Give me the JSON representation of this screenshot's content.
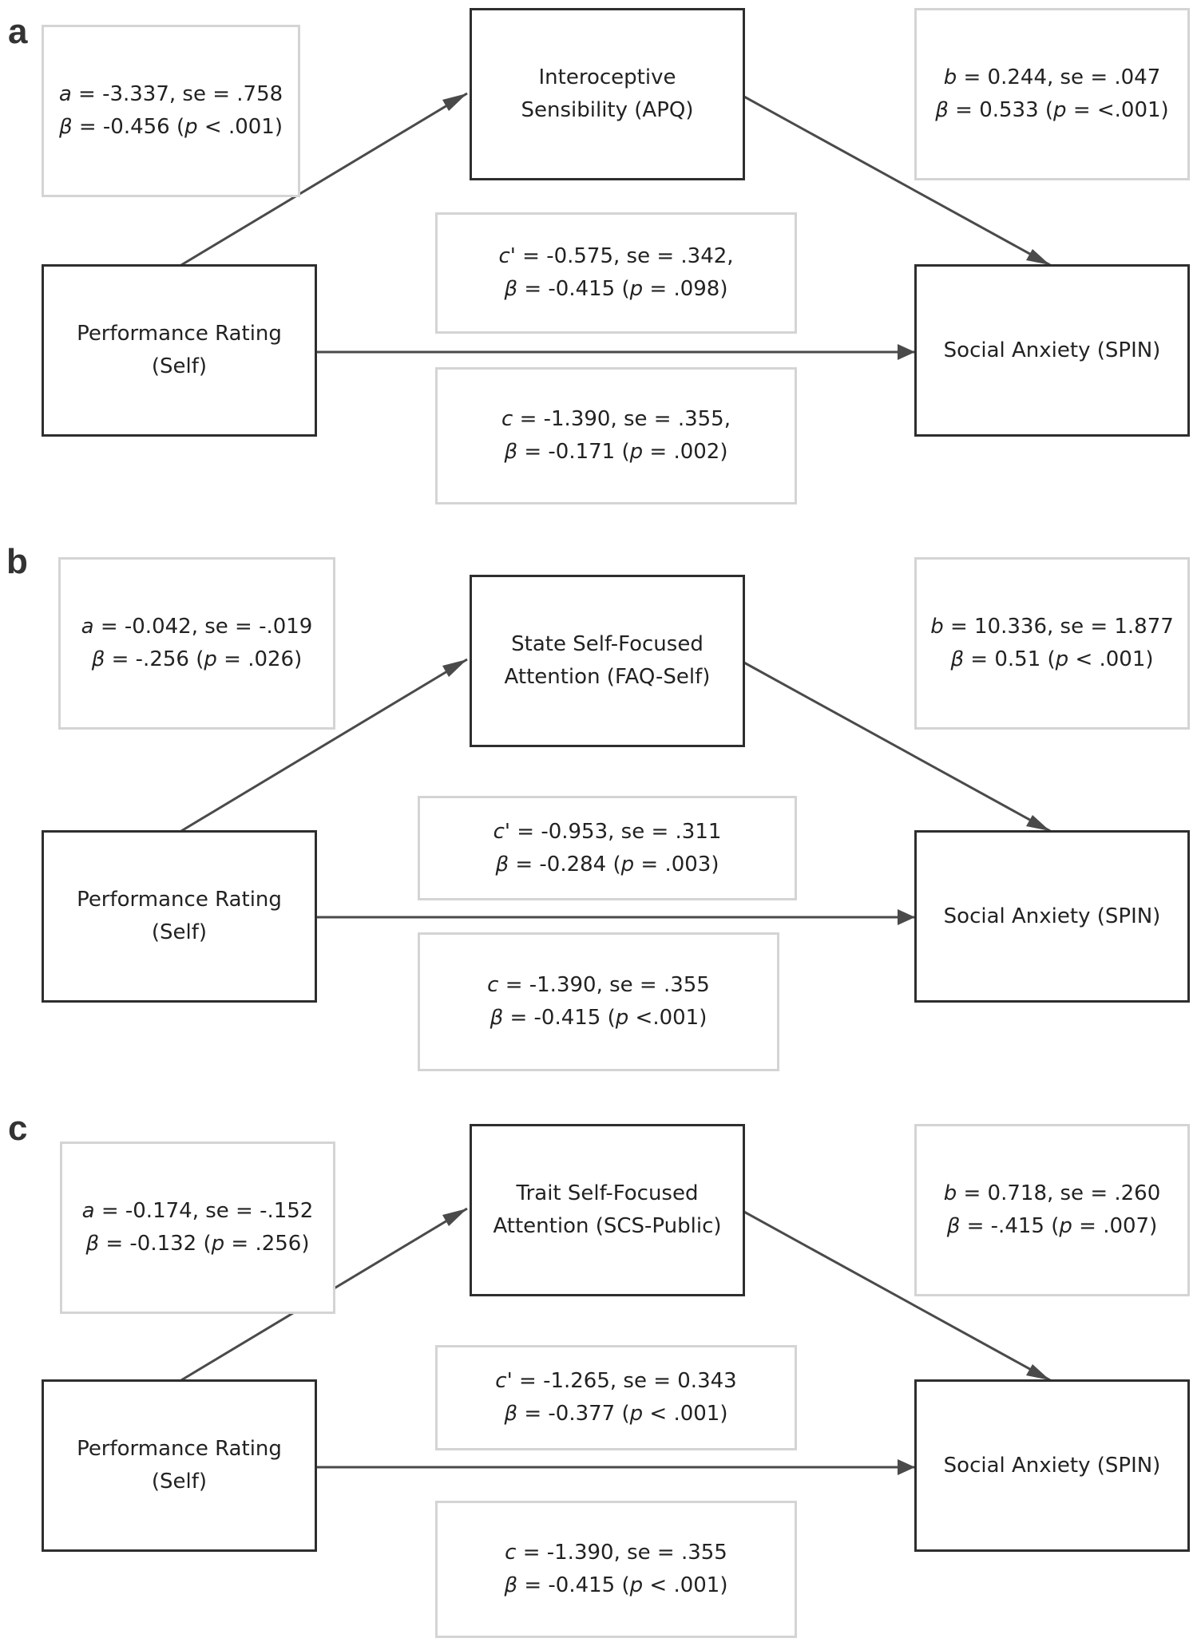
{
  "colors": {
    "node_border": "#2e2e2e",
    "coef_border": "#d4d4d4",
    "arrow": "#4a4a4a"
  },
  "panels": [
    {
      "label": "a",
      "predictor": {
        "line1": "Performance Rating",
        "line2": "(Self)"
      },
      "mediator": {
        "line1": "Interoceptive",
        "line2": "Sensibility (APQ)"
      },
      "outcome": {
        "line1": "Social Anxiety (SPIN)"
      },
      "path_a": {
        "line1": {
          "sym": "a",
          "rest": " = -3.337, se = .758"
        },
        "line2": {
          "sym": "β",
          "mid": " = -0.456 (",
          "p": "p",
          "end": " < .001)"
        }
      },
      "path_b": {
        "line1": {
          "sym": "b",
          "rest": " = 0.244, se = .047"
        },
        "line2": {
          "sym": "β",
          "mid": " = 0.533 (",
          "p": "p",
          "end": " = <.001)"
        }
      },
      "path_c_prime": {
        "line1": {
          "sym": "c'",
          "rest": " = -0.575, se = .342,"
        },
        "line2": {
          "sym": "β",
          "mid": " = -0.415 (",
          "p": "p",
          "end": " = .098)"
        }
      },
      "path_c": {
        "line1": {
          "sym": "c",
          "rest": " = -1.390, se = .355,"
        },
        "line2": {
          "sym": "β",
          "mid": " = -0.171 (",
          "p": "p",
          "end": " = .002)"
        }
      }
    },
    {
      "label": "b",
      "predictor": {
        "line1": "Performance Rating",
        "line2": "(Self)"
      },
      "mediator": {
        "line1": "State Self-Focused",
        "line2": "Attention (FAQ-Self)"
      },
      "outcome": {
        "line1": "Social Anxiety (SPIN)"
      },
      "path_a": {
        "line1": {
          "sym": "a",
          "rest": " = -0.042, se = -.019"
        },
        "line2": {
          "sym": "β",
          "mid": " = -.256 (",
          "p": "p",
          "end": " = .026)"
        }
      },
      "path_b": {
        "line1": {
          "sym": "b",
          "rest": " = 10.336, se = 1.877"
        },
        "line2": {
          "sym": "β",
          "mid": " = 0.51 (",
          "p": "p",
          "end": " < .001)"
        }
      },
      "path_c_prime": {
        "line1": {
          "sym": "c'",
          "rest": " = -0.953, se = .311"
        },
        "line2": {
          "sym": "β",
          "mid": " = -0.284 (",
          "p": "p",
          "end": " = .003)"
        }
      },
      "path_c": {
        "line1": {
          "sym": "c",
          "rest": " = -1.390, se = .355"
        },
        "line2": {
          "sym": "β",
          "mid": " = -0.415 (",
          "p": "p",
          "end": " <.001)"
        }
      }
    },
    {
      "label": "c",
      "predictor": {
        "line1": "Performance Rating",
        "line2": "(Self)"
      },
      "mediator": {
        "line1": "Trait Self-Focused",
        "line2": "Attention (SCS-Public)"
      },
      "outcome": {
        "line1": "Social Anxiety (SPIN)"
      },
      "path_a": {
        "line1": {
          "sym": "a",
          "rest": " = -0.174, se = -.152"
        },
        "line2": {
          "sym": "β",
          "mid": " = -0.132 (",
          "p": "p",
          "end": " = .256)"
        }
      },
      "path_b": {
        "line1": {
          "sym": "b",
          "rest": " = 0.718, se = .260"
        },
        "line2": {
          "sym": "β",
          "mid": " = -.415 (",
          "p": "p",
          "end": " = .007)"
        }
      },
      "path_c_prime": {
        "line1": {
          "sym": "c'",
          "rest": " = -1.265, se = 0.343"
        },
        "line2": {
          "sym": "β",
          "mid": " = -0.377 (",
          "p": "p",
          "end": " < .001)"
        }
      },
      "path_c": {
        "line1": {
          "sym": "c",
          "rest": " = -1.390, se = .355"
        },
        "line2": {
          "sym": "β",
          "mid": " = -0.415 (",
          "p": "p",
          "end": " < .001)"
        }
      }
    }
  ]
}
